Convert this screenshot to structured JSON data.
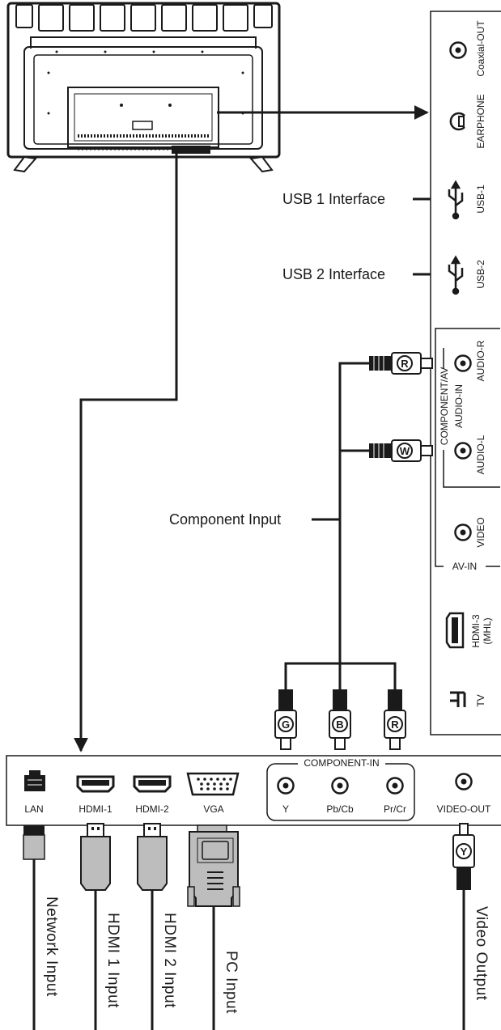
{
  "side_panel": {
    "coaxial_out": "Coaxial-OUT",
    "earphone": "EARPHONE",
    "usb1": "USB-1",
    "usb2": "USB-2",
    "component_av": "COMPONENT/AV",
    "audio_in": "AUDIO-IN",
    "audio_r": "AUDIO-R",
    "audio_l": "AUDIO-L",
    "video": "VIDEO",
    "av_in": "AV-IN",
    "hdmi3_line1": "HDMI-3",
    "hdmi3_line2": "(MHL)",
    "tv": "TV"
  },
  "callouts": {
    "usb1_interface": "USB 1 Interface",
    "usb2_interface": "USB 2 Interface",
    "component_input": "Component Input"
  },
  "bottom_panel": {
    "lan": "LAN",
    "hdmi1": "HDMI-1",
    "hdmi2": "HDMI-2",
    "vga": "VGA",
    "component_in": "COMPONENT-IN",
    "y": "Y",
    "pb_cb": "Pb/Cb",
    "pr_cr": "Pr/Cr",
    "video_out": "VIDEO-OUT"
  },
  "plug_letters": {
    "red": "R",
    "white": "W",
    "green": "G",
    "blue": "B",
    "yellow": "Y"
  },
  "cable_labels": {
    "network_input": "Network Input",
    "hdmi1_input": "HDMI 1 Input",
    "hdmi2_input": "HDMI 2 Input",
    "pc_input": "PC Input",
    "video_output": "Video Output"
  }
}
